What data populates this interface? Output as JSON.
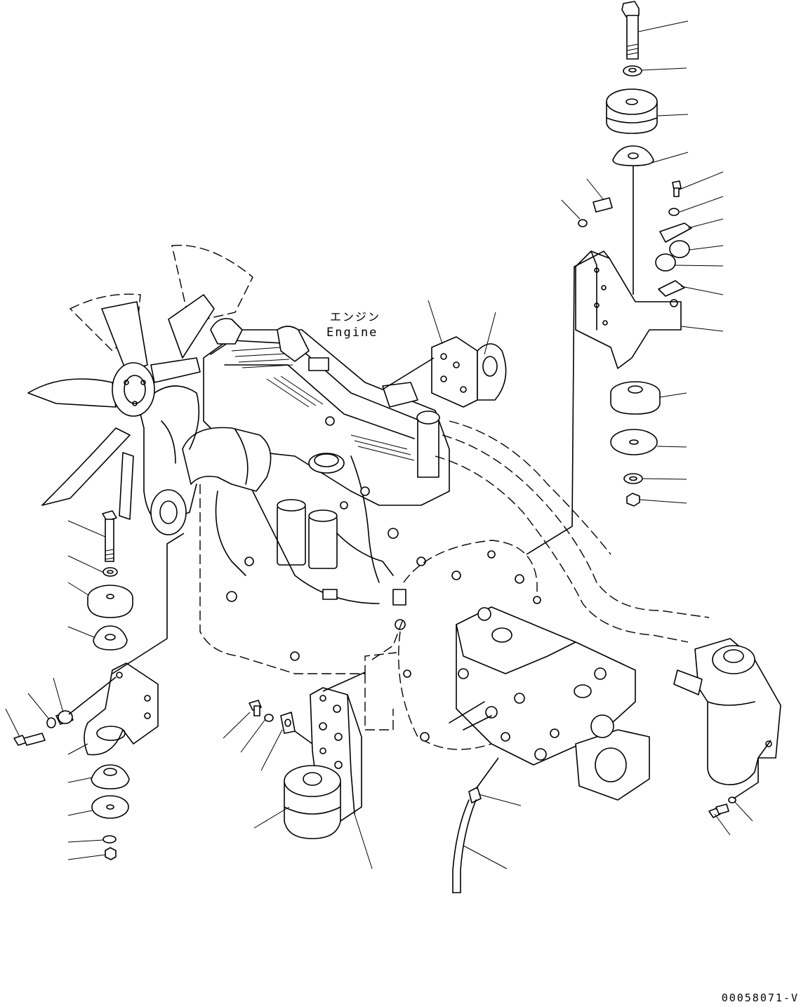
{
  "diagram": {
    "engine_label_jp": "エンジン",
    "engine_label_en": "Engine",
    "drawing_code": "00058071-V"
  }
}
